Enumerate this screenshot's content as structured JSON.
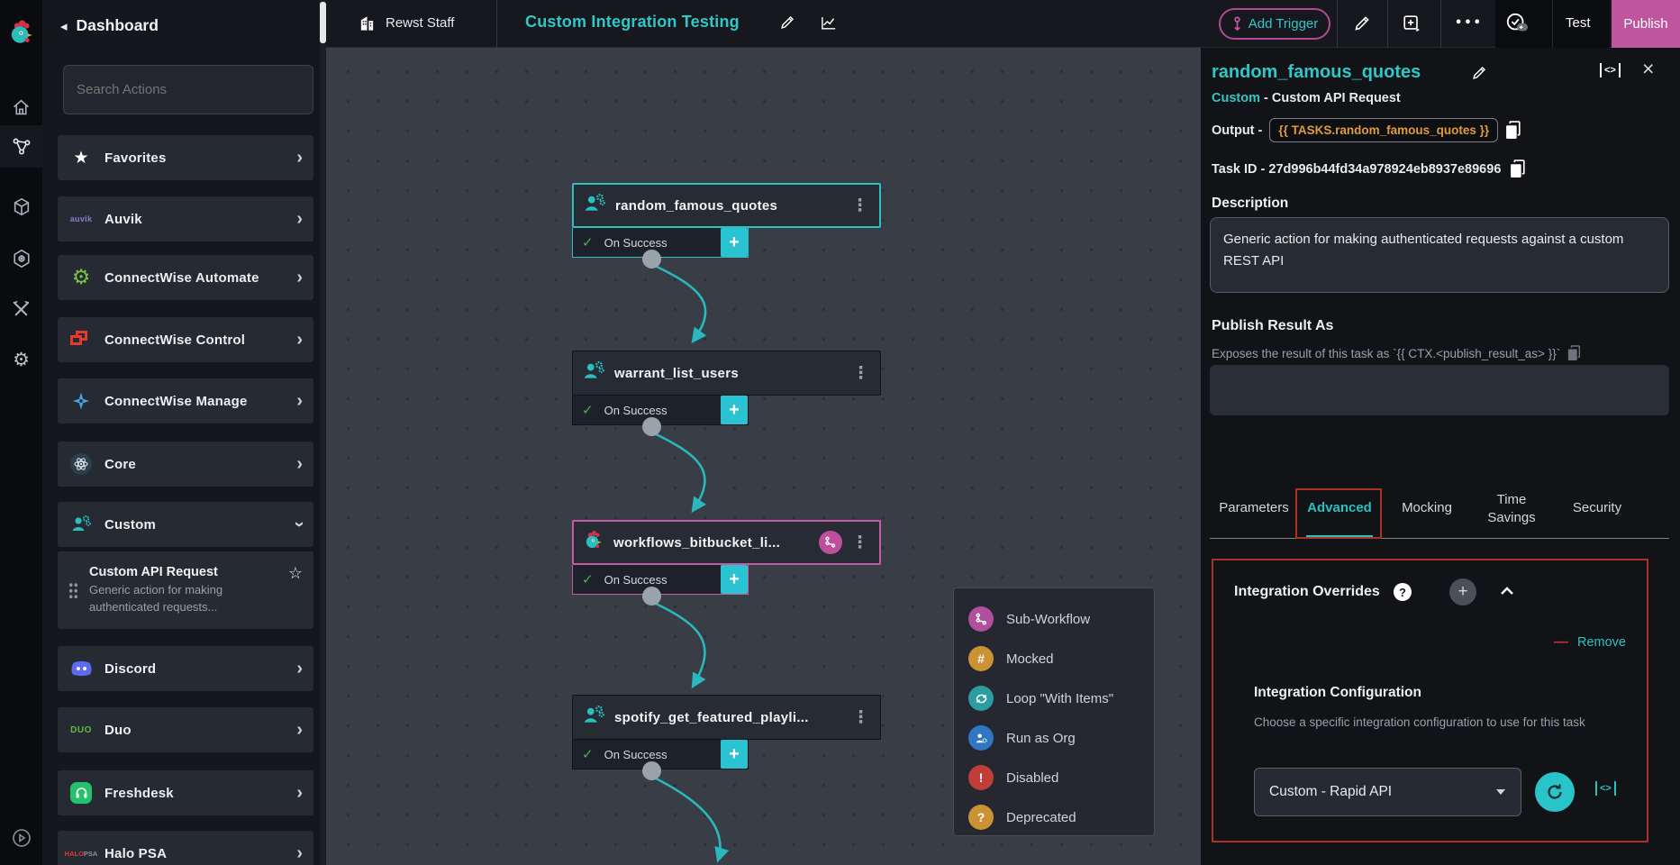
{
  "colors": {
    "accent": "#2bc0c0",
    "pink": "#c0549f",
    "annotation_red": "#a93226",
    "success_green": "#4cb050",
    "template_orange": "#e09b3d"
  },
  "sidebar": {
    "back_label": "Dashboard",
    "search_placeholder": "Search Actions",
    "items": [
      {
        "label": "Favorites"
      },
      {
        "label": "Auvik"
      },
      {
        "label": "ConnectWise Automate"
      },
      {
        "label": "ConnectWise Control"
      },
      {
        "label": "ConnectWise Manage"
      },
      {
        "label": "Core"
      },
      {
        "label": "Custom"
      },
      {
        "label": "Discord"
      },
      {
        "label": "Duo"
      },
      {
        "label": "Freshdesk"
      },
      {
        "label": "Halo PSA"
      }
    ],
    "custom_card": {
      "title": "Custom API Request",
      "description": "Generic action for making authenticated requests..."
    }
  },
  "topbar": {
    "org": "Rewst Staff",
    "workflow_title": "Custom Integration Testing",
    "add_trigger": "Add Trigger",
    "test": "Test",
    "publish": "Publish"
  },
  "canvas": {
    "nodes": [
      {
        "name": "random_famous_quotes",
        "status": "On Success"
      },
      {
        "name": "warrant_list_users",
        "status": "On Success"
      },
      {
        "name": "workflows_bitbucket_li...",
        "status": "On Success"
      },
      {
        "name": "spotify_get_featured_playli...",
        "status": "On Success"
      }
    ],
    "legend": [
      {
        "label": "Sub-Workflow"
      },
      {
        "label": "Mocked"
      },
      {
        "label": "Loop \"With Items\""
      },
      {
        "label": "Run as Org"
      },
      {
        "label": "Disabled"
      },
      {
        "label": "Deprecated"
      }
    ]
  },
  "panel": {
    "title": "random_famous_quotes",
    "integration": "Custom",
    "separator": "-",
    "action_name": "Custom API Request",
    "output_label": "Output -",
    "output_value": "{{ TASKS.random_famous_quotes }}",
    "task_id_label": "Task ID - 27d996b44fd34a978924eb8937e89696",
    "description_heading": "Description",
    "description_text": "Generic action for making authenticated requests against a custom REST API",
    "publish_heading": "Publish Result As",
    "publish_hint": "Exposes the result of this task as `{{ CTX.<publish_result_as> }}`",
    "tabs": [
      {
        "label": "Parameters"
      },
      {
        "label": "Advanced"
      },
      {
        "label": "Mocking"
      },
      {
        "label": "Time Savings"
      },
      {
        "label": "Security"
      }
    ],
    "overrides_heading": "Integration Overrides",
    "remove_label": "Remove",
    "config_heading": "Integration Configuration",
    "config_hint": "Choose a specific integration configuration to use for this task",
    "config_value": "Custom - Rapid API"
  }
}
